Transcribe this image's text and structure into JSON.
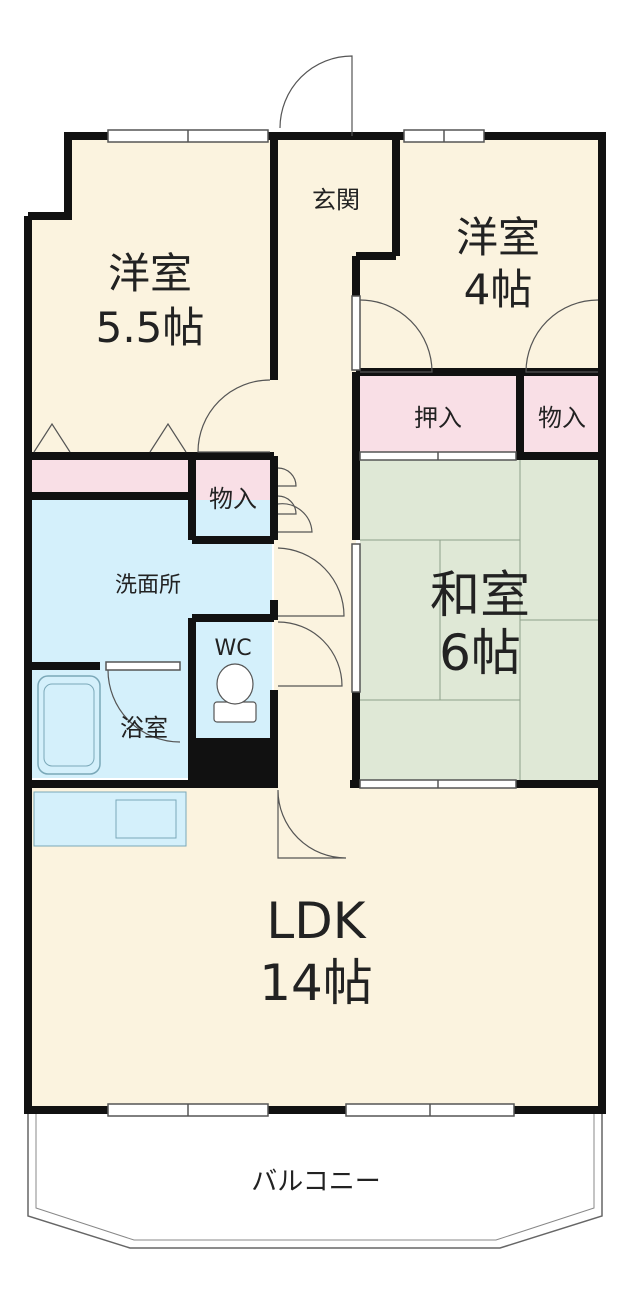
{
  "plan": {
    "rooms": {
      "western_a": {
        "line1": "洋室",
        "line2": "5.5帖"
      },
      "western_b": {
        "line1": "洋室",
        "line2": "4帖"
      },
      "entrance": "玄関",
      "closet_b": "物入",
      "oshiire": "押入",
      "closet_a": "物入",
      "washroom": "洗面所",
      "wc": "WC",
      "bath": "浴室",
      "japanese": {
        "line1": "和室",
        "line2": "6帖"
      },
      "ldk": {
        "line1": "LDK",
        "line2": "14帖"
      },
      "balcony": "バルコニー"
    },
    "colors": {
      "room": "#fbf3df",
      "closet": "#f9dfe6",
      "wet": "#d4f0fb",
      "tatami": "#dfe8d6",
      "wall": "#111111",
      "floor_outline": "#555555"
    }
  }
}
